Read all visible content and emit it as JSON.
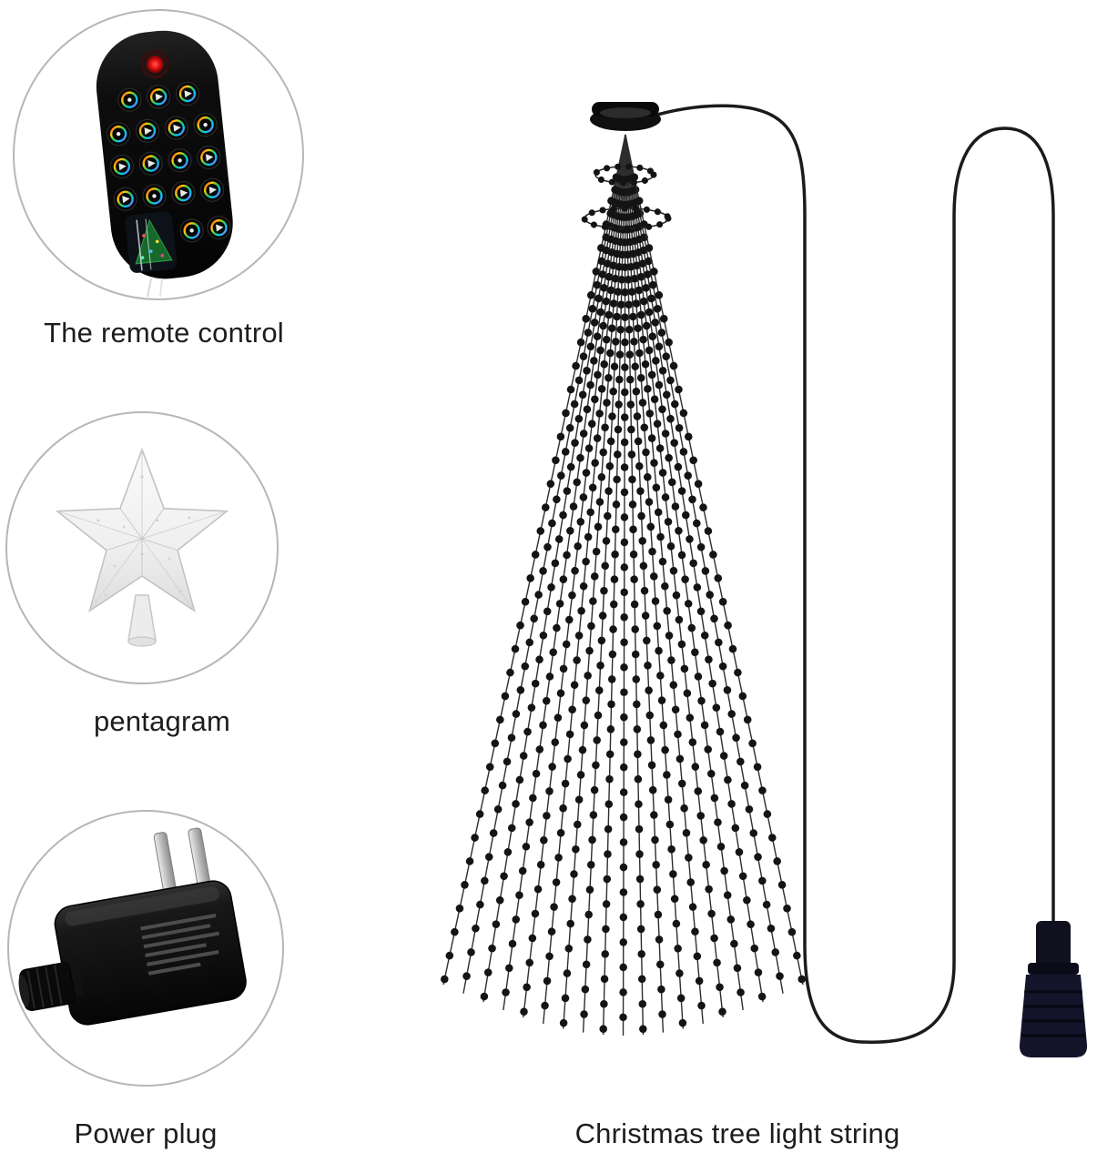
{
  "captions": {
    "remote": "The remote control",
    "pentagram": "pentagram",
    "power_plug": "Power plug",
    "light_string": "Christmas tree light string"
  },
  "icons": {
    "remote": "remote-control",
    "pentagram": "star-tree-topper",
    "power_plug": "power-adapter-plug",
    "light_string": "christmas-tree-light-string-cone",
    "connector": "string-connector-plug"
  },
  "colors": {
    "background": "#ffffff",
    "text": "#1d1d1d",
    "circle_outline": "#b6b6b6",
    "wire": "#1b1b1b",
    "beads": "#141414"
  }
}
